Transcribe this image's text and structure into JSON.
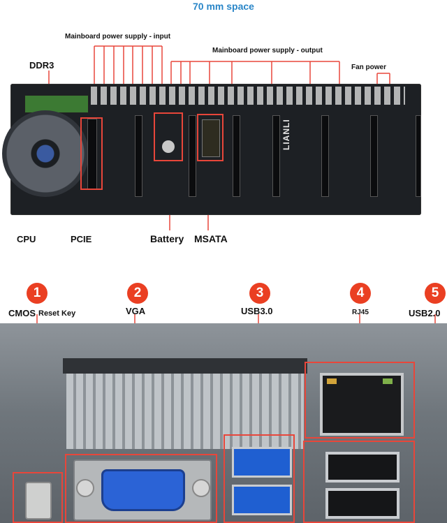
{
  "header": {
    "title": "70 mm space"
  },
  "top_labels": {
    "power_input": "Mainboard power supply - input",
    "power_output": "Mainboard power supply - output",
    "fan_power": "Fan power",
    "ddr3": "DDR3",
    "cpu": "CPU",
    "pcie": "PCIE",
    "battery": "Battery",
    "msata": "MSATA",
    "brand_mark": "LIANLI"
  },
  "ports": [
    {
      "num": "1",
      "label": "CMOS",
      "sublabel": "Reset Key"
    },
    {
      "num": "2",
      "label": "VGA"
    },
    {
      "num": "3",
      "label": "USB3.0"
    },
    {
      "num": "4",
      "label": "RJ45"
    },
    {
      "num": "5",
      "label": "USB2.0"
    }
  ],
  "colors": {
    "accent_red": "#ea3f22",
    "title_blue": "#2a86c8",
    "callout_line": "#e8463a"
  }
}
